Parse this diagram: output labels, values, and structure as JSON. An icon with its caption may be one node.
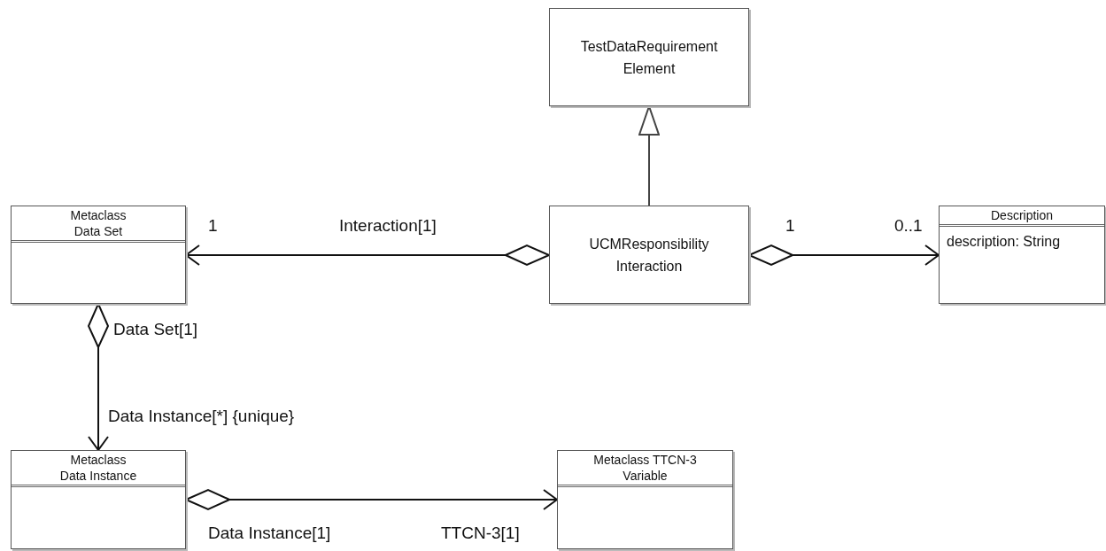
{
  "diagram": {
    "nodes": [
      {
        "text": [
          "TestDataRequirement Element"
        ]
      },
      {
        "text": [
          "Metaclass Data Set"
        ]
      },
      {
        "text": [
          "UCMResponsibility Interaction"
        ]
      },
      {
        "text": [
          "Description",
          "description: String"
        ]
      },
      {
        "text": [
          "Metaclass Data Instance"
        ]
      },
      {
        "text": [
          "Metaclass TTCN-3 Variable"
        ]
      }
    ],
    "edges": [
      {
        "from": 2,
        "to": 0,
        "arrow": "to"
      },
      {
        "from": 2,
        "to": 1,
        "arrow": "to"
      },
      {
        "from": 2,
        "to": 3,
        "arrow": "to"
      },
      {
        "from": 1,
        "to": 4,
        "arrow": "to"
      },
      {
        "from": 4,
        "to": 5,
        "arrow": "to"
      }
    ],
    "labels": [
      "1",
      "Interaction[1]",
      "1",
      "0..1",
      "Data Set[1]",
      "Data Instance[*] {unique}",
      "Data Instance[1]",
      "TTCN-3[1]"
    ]
  }
}
